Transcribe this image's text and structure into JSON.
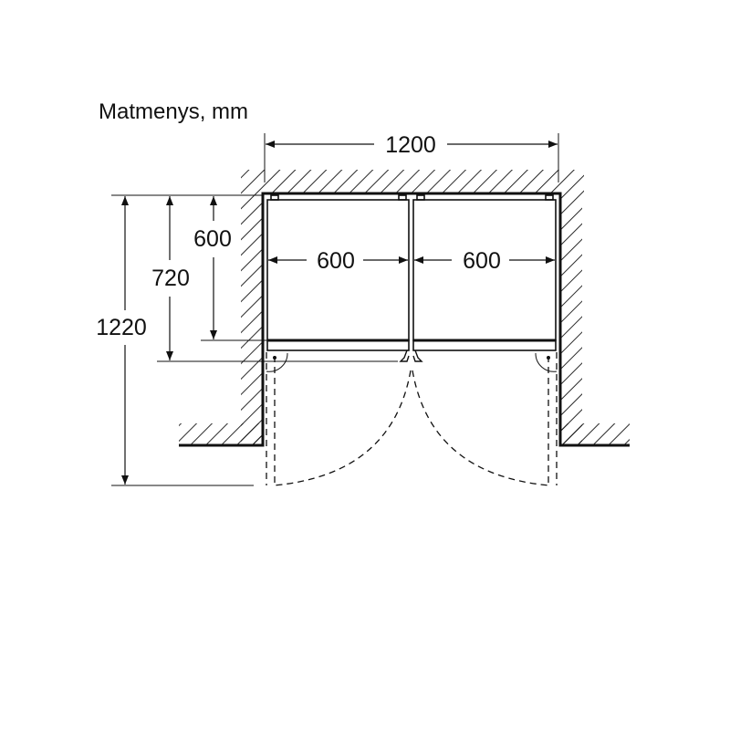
{
  "title": "Matmenys, mm",
  "dimensions": {
    "total_width": "1200",
    "left_unit_width": "600",
    "right_unit_width": "600",
    "depth_body": "600",
    "depth_with_door": "720",
    "depth_door_open": "1220"
  },
  "colors": {
    "line": "#111111",
    "background": "#ffffff"
  }
}
